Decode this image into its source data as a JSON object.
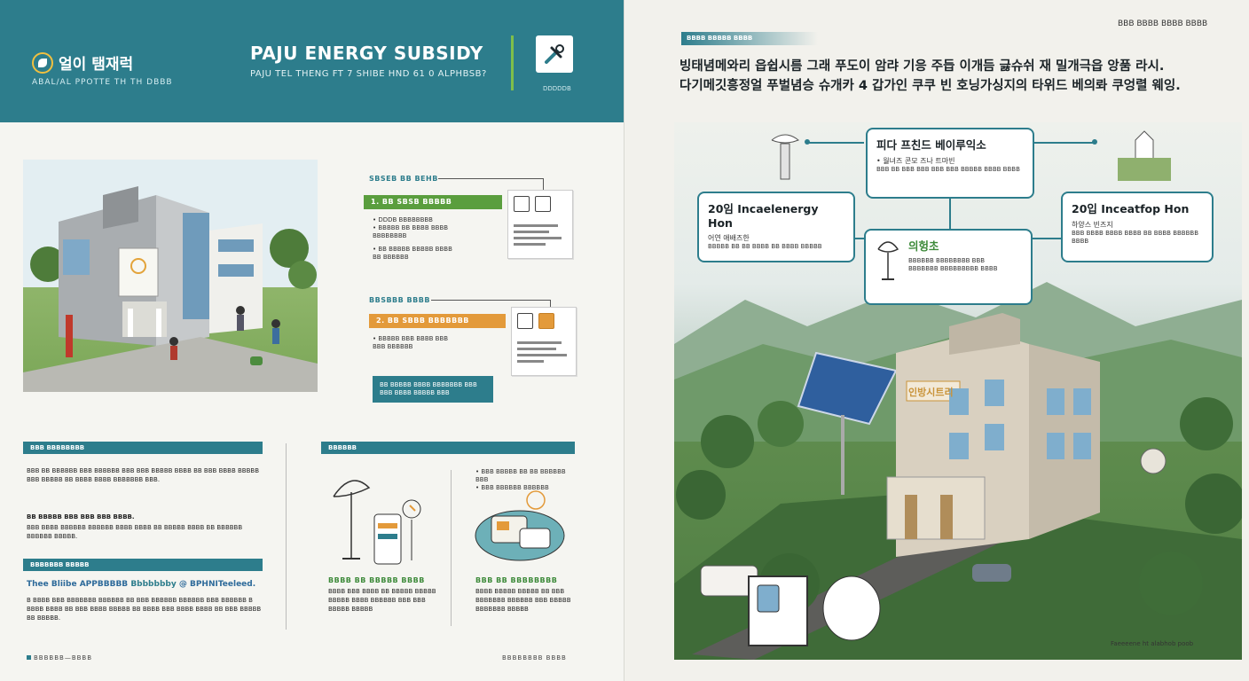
{
  "left": {
    "logo_text": "얼이 탬재럭",
    "header_sub": "ABAL/AL PPOTTE TH TH DBBB",
    "title": "PAJU ENERGY SUBSIDY",
    "tagline": "PAJU TEL THENG FT 7 SHIBE HND 61 0 ALPHBSB?",
    "icon_label": "DDDDDB",
    "step1_title": "SBSEB BB BEHB",
    "step1_band": "1. BB SBSB BBBBB",
    "step1_bullets": [
      "• DDDB BBBBBBBB",
      "• BBBBB BB BBBB BBBB",
      "  BBBBBBBB",
      "• BB BBBBB BBBBB BBBB",
      "  BB BBBBBB"
    ],
    "step2_title": "BBSBBB BBBB",
    "step2_band": "2. BB SBBB BBBBBBB",
    "step2_bullets": [
      "• BBBBB BBB BBBB BBB",
      "  BBB BBBBBB"
    ],
    "note_text": "BB BBBBB BBBB BBBBBBB BBB BBB BBBB BBBBB BBB",
    "sec1_bar": "BBB BBBBBBBB",
    "sec1_text": "BBB BB BBBBBB BBB BBBBBB BBB BBB BBBBB BBBB BB BBB BBBB BBBBB BBB BBBBB BB BBBB BBBB BBBBBBB BBB.",
    "sec1_line": "BB BBBBB BBB BBB BBB BBBB.",
    "sec1_text2": "BBB BBBB BBBBBB BBBBBB BBBB BBBB BB BBBBB BBBB BB BBBBBB BBBBBB BBBBB.",
    "sec2_bar": "BBBBBBB BBBBB",
    "sec2_title_a": "Thee Bliibe",
    "sec2_title_b": "APPBBBBB",
    "sec2_title_c": "Bbbbbbby",
    "sec2_title_d": "@ BPHNITeeleed.",
    "sec2_text": "B BBBB BBB BBBBBBB BBBBBB BB BBB BBBBBB BBBBBB BBB BBBBBB B BBBB BBBB BB BBB BBBB BBBBB BB BBBB BBB BBBB BBBB BB BBB BBBBB BB BBBBB.",
    "sec3_bar": "BBBBBB",
    "sec3_bullets": [
      "• BBB BBBBB BB BB BBBBBB BBB",
      "• BBB BBBBBB BBBBBB"
    ],
    "cap1_title": "BBBB BB BBBBB BBBB",
    "cap1_text": "BBBB BBB BBBB BB BBBBB BBBBB BBBBB BBBB BBBBBB BBB BBB BBBBB BBBBB",
    "cap2_title": "BBB BB BBBBBBBB",
    "cap2_text": "BBBB BBBBB BBBBB BB BBB BBBBBBB BBBBBB BBB BBBBB BBBBBBB BBBBB",
    "footer_left": "BBBBBB—BBBB",
    "footer_right": "BBBBBBBB BBBB"
  },
  "right": {
    "badge": "BBBB BBBBB BBBB",
    "top_label": "BBB BBBB BBBB BBBB",
    "headline_1": "빙태념메와리 읍쉽시름 그래 푸도이 암랴 기응 주듭 이개듬 긇슈쉬 재 밀개극읍 앙품 라시.",
    "headline_2": "다기메깃흥정얼 푸벌념승 슈개카 4 갑가인 쿠쿠 빈 호닝가싱지의 타위드 베의롸 쿠엉렬 웨잉.",
    "callout_top_title": "피다 프친드 베이루익소",
    "callout_top_sub": "• 월녀즈 콘모 즈나 트마빈",
    "callout_top_text": "BBB BB BBB BBB BBB BBB BBBBB BBBB BBBB",
    "callout_left_title": "20임 Incaelenergy Hon",
    "callout_left_sub": "어연 애배즈한",
    "callout_left_text": "BBBBB BB BB BBBB BB BBBB BBBBB",
    "callout_mid_title": "의헝초",
    "callout_mid_text": "BBBBBB BBBBBBBB BBB BBBBBBB BBBBBBBBB BBBB",
    "callout_right_title": "20입 Inceatfop Hon",
    "callout_right_sub": "하양스 빈즈지",
    "callout_right_text": "BBB BBBB BBBB BBBB BB BBBB BBBBBB BBBB",
    "building_sign": "인방시트리",
    "footer": "Faeeeene ht alabhob poob"
  },
  "colors": {
    "teal": "#2d7d8c",
    "green": "#5a9e3e",
    "orange": "#e39a3a"
  }
}
